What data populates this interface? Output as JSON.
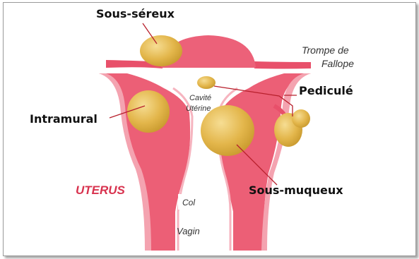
{
  "labels": {
    "subserosal": "Sous-séreux",
    "fallopian_tube_line1": "Trompe de",
    "fallopian_tube_line2": "Fallope",
    "pedunculated": "Pediculé",
    "cavity_line1": "Cavité",
    "cavity_line2": "Utérine",
    "intramural": "Intramural",
    "uterus": "UTERUS",
    "submucosal": "Sous-muqueux",
    "cervix": "Col",
    "vagina": "Vagin"
  },
  "colors": {
    "tissue": "#e8506a",
    "tissue_light": "#f7b3bd",
    "cavity": "#ffffff",
    "fibroid": "#e2b64a",
    "fibroid_highlight": "#f3d98b",
    "leader_line": "#b8202c",
    "uterus_label": "#d8324e"
  }
}
